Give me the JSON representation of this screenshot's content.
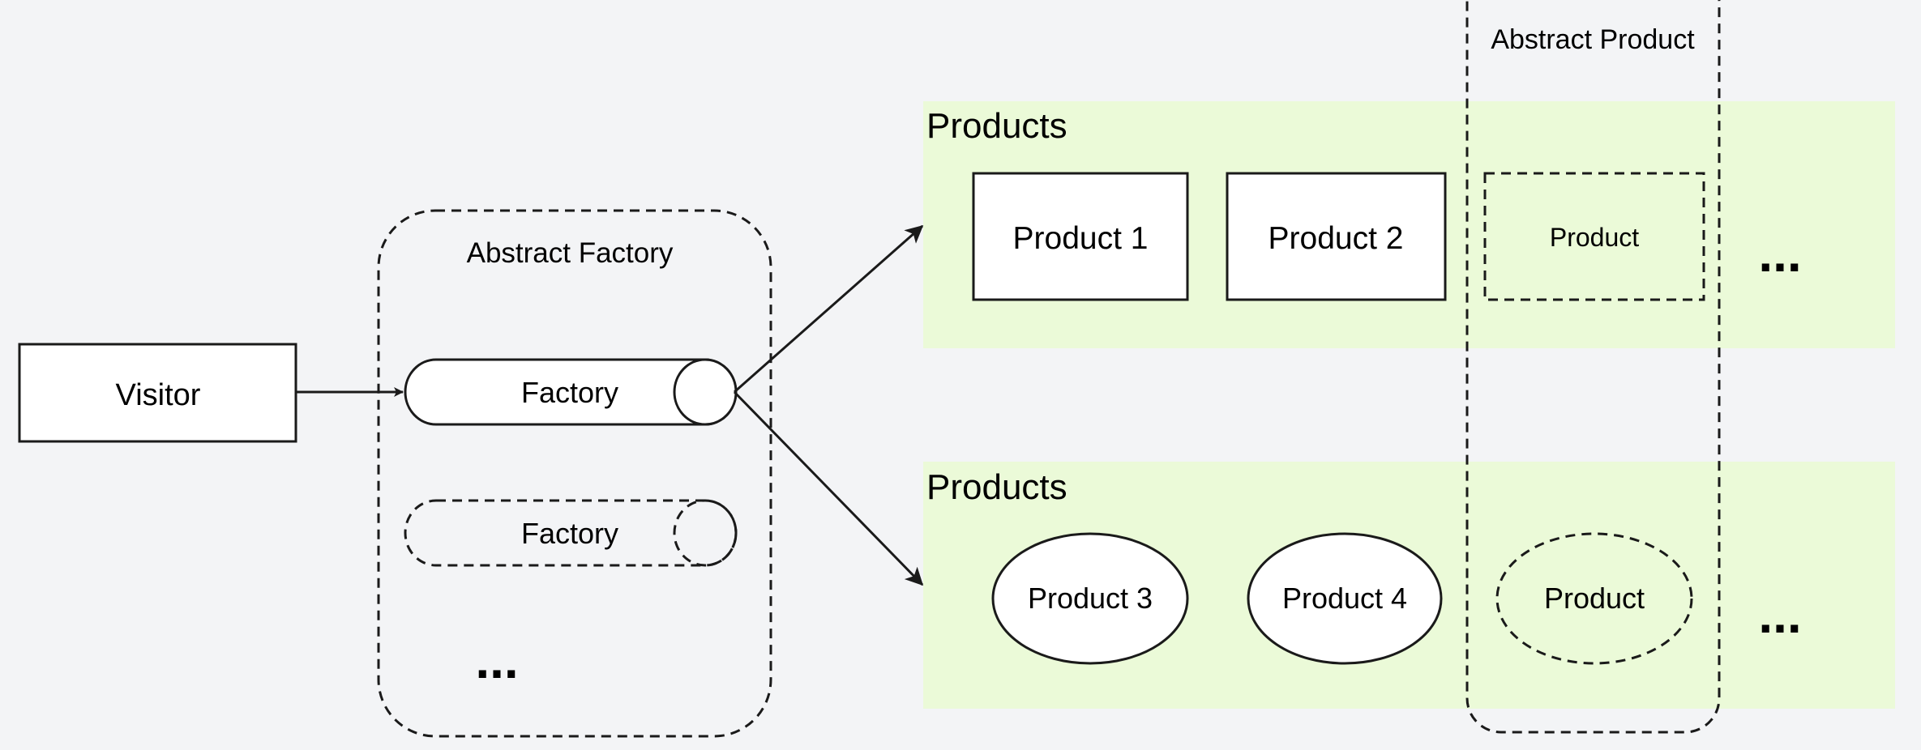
{
  "diagram": {
    "visitor_label": "Visitor",
    "abstract_factory_label": "Abstract Factory",
    "factory_label": "Factory",
    "factory_placeholder_label": "Factory",
    "factory_more": "...",
    "abstract_product_label": "Abstract Product",
    "products_group_1": {
      "title": "Products",
      "items": [
        "Product 1",
        "Product 2"
      ],
      "placeholder": "Product",
      "more": "..."
    },
    "products_group_2": {
      "title": "Products",
      "items": [
        "Product 3",
        "Product 4"
      ],
      "placeholder": "Product",
      "more": "..."
    },
    "colors": {
      "background": "#f3f4f6",
      "products_fill": "#ebfad8",
      "stroke": "#1a1a1a",
      "shape_fill": "#ffffff"
    }
  }
}
